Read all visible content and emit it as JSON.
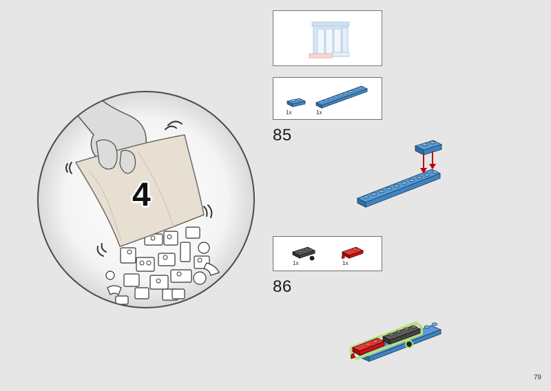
{
  "page": {
    "page_number": "79",
    "background_color": "#e6e6e6"
  },
  "bag_callout": {
    "bag_number": "4",
    "icon": "hand-pouring-bag-icon"
  },
  "reference_panel": {
    "icon": "assembly-preview-icon"
  },
  "steps": [
    {
      "number": "85",
      "parts": [
        {
          "qty": "1x",
          "icon": "plate-1x2-icon",
          "color": "#3f84c2"
        },
        {
          "qty": "1x",
          "icon": "plate-1x10-icon",
          "color": "#3f84c2"
        }
      ]
    },
    {
      "number": "86",
      "parts": [
        {
          "qty": "1x",
          "icon": "plate-with-ball-dark-grey-icon",
          "color": "#4a4a4a"
        },
        {
          "qty": "1x",
          "icon": "plate-with-clip-red-icon",
          "color": "#d01012"
        }
      ]
    }
  ],
  "colors": {
    "brick_blue": "#3f84c2",
    "arrow_red": "#c00000",
    "highlight_green": "#b7e07a"
  }
}
